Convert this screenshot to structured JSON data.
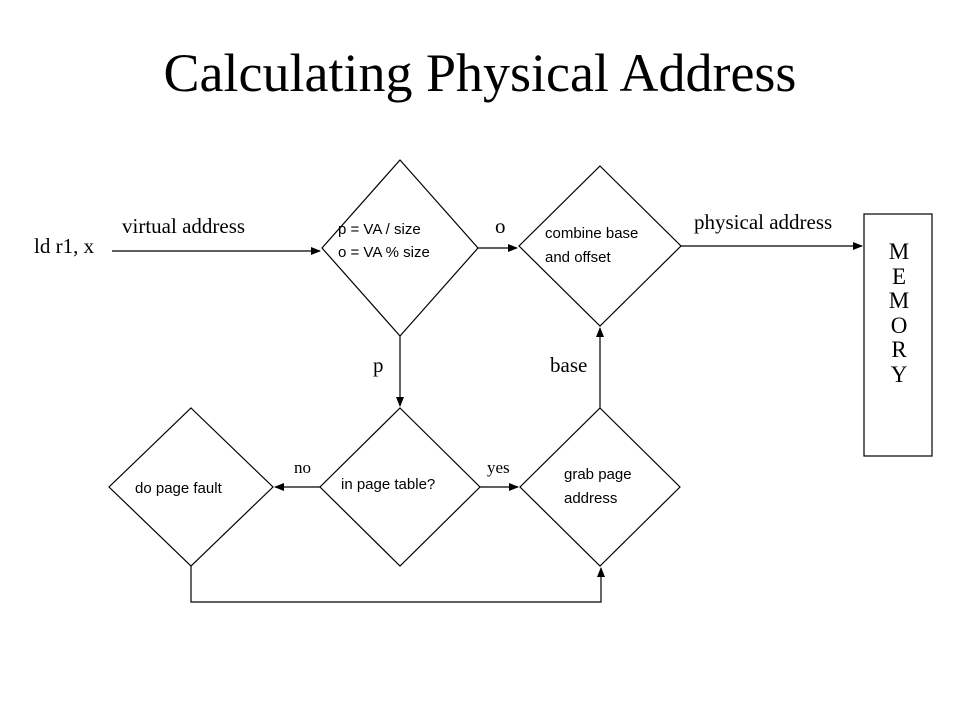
{
  "title": "Calculating Physical Address",
  "labels": {
    "instruction": "ld r1, x",
    "virtual_address": "virtual address",
    "compute_line1": "p = VA / size",
    "compute_line2": "o = VA % size",
    "o_edge": "o",
    "combine_line1": "combine base",
    "combine_line2": "and offset",
    "physical_address": "physical address",
    "p_edge": "p",
    "base_edge": "base",
    "no_edge": "no",
    "yes_edge": "yes",
    "page_table_check": "in page table?",
    "grab_line1": "grab page",
    "grab_line2": "address",
    "page_fault": "do page fault"
  },
  "memory_letters": [
    "M",
    "E",
    "M",
    "O",
    "R",
    "Y"
  ]
}
